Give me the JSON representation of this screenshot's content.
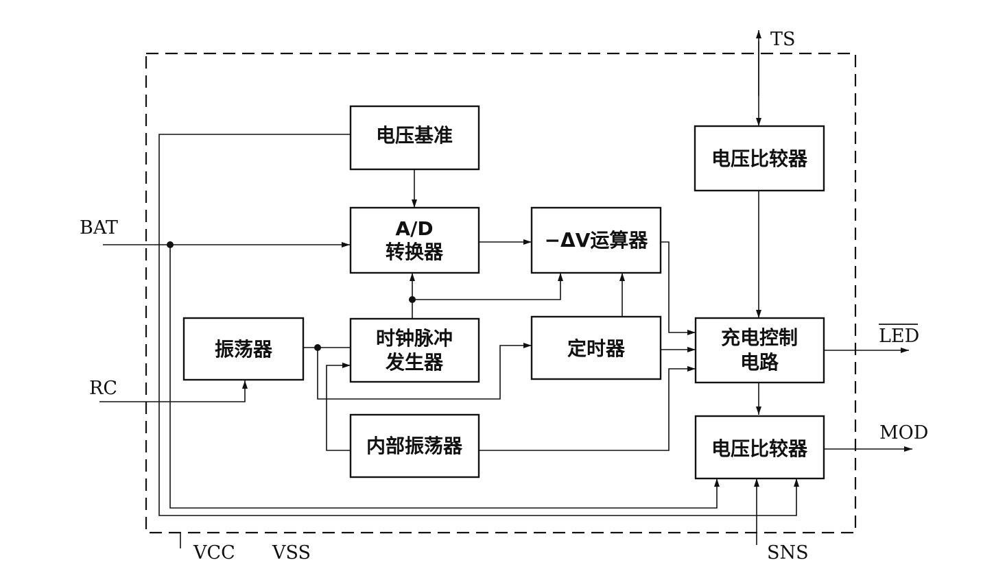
{
  "blocks": {
    "voltage_reference": "电压基准",
    "ad_converter_line1": "A/D",
    "ad_converter_line2": "转换器",
    "dv_operator": "−ΔV运算器",
    "voltage_comparator_top": "电压比较器",
    "oscillator": "振荡器",
    "clock_pulse_line1": "时钟脉冲",
    "clock_pulse_line2": "发生器",
    "timer": "定时器",
    "charge_control_line1": "充电控制",
    "charge_control_line2": "电路",
    "internal_oscillator": "内部振荡器",
    "voltage_comparator_bottom": "电压比较器"
  },
  "pins": {
    "ts": "TS",
    "bat": "BAT",
    "rc": "RC",
    "led": "LED",
    "mod": "MOD",
    "vcc": "VCC",
    "vss": "VSS",
    "sns": "SNS"
  }
}
